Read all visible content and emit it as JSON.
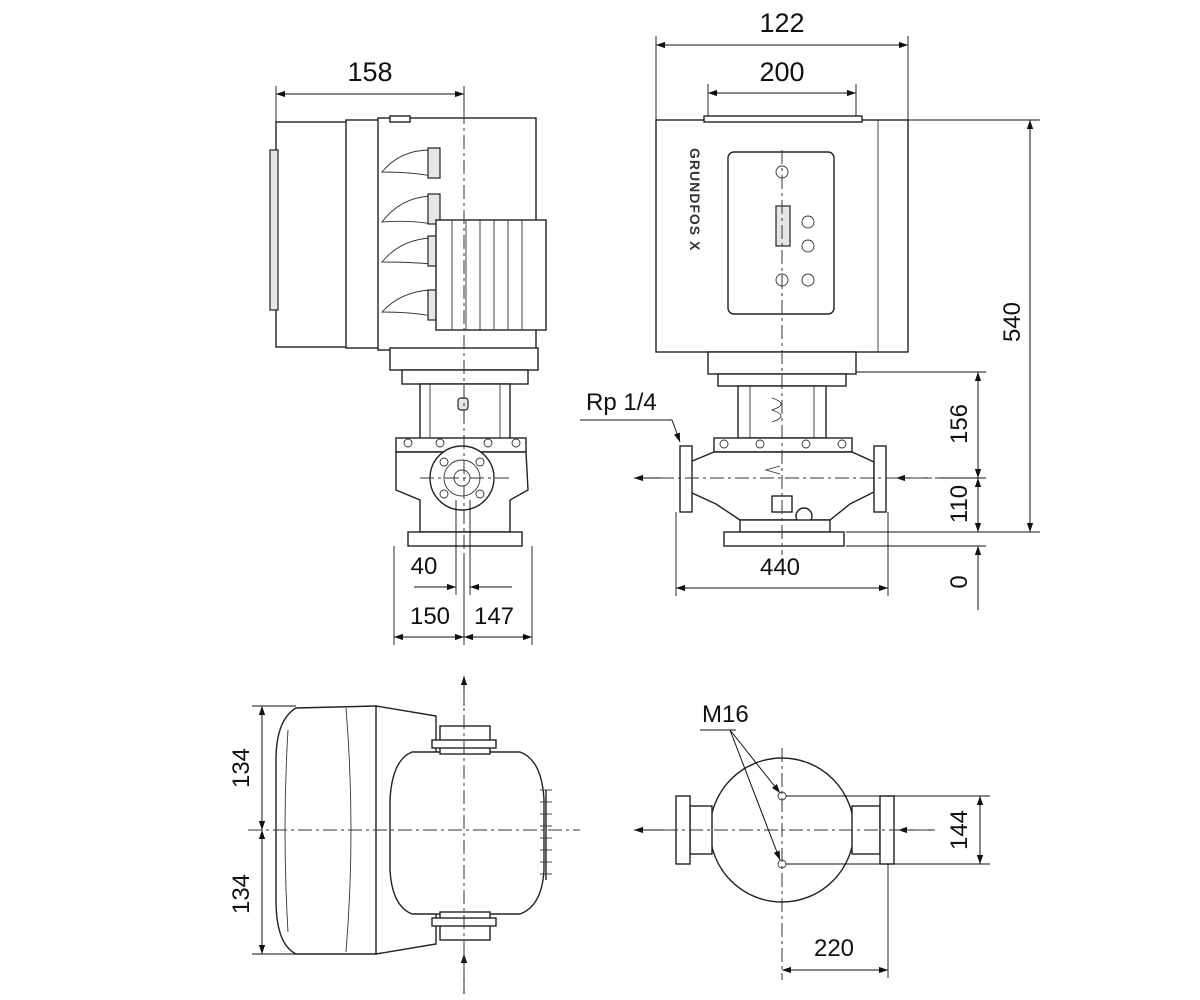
{
  "front_view": {
    "width_top": "122",
    "width_motor": "200",
    "height_total": "540",
    "height_shaft": "156",
    "height_port": "110",
    "height_base": "0",
    "port_to_port": "440",
    "vent_port": "Rp 1/4",
    "brand_text": "GRUNDFOS X"
  },
  "side_view": {
    "width_top": "158",
    "offset": "40",
    "foot_left": "150",
    "foot_right": "147"
  },
  "top_view": {
    "half_upper": "134",
    "half_lower": "134"
  },
  "bottom_view": {
    "bolt_thread": "M16",
    "bolt_spacing": "144",
    "width": "220"
  }
}
